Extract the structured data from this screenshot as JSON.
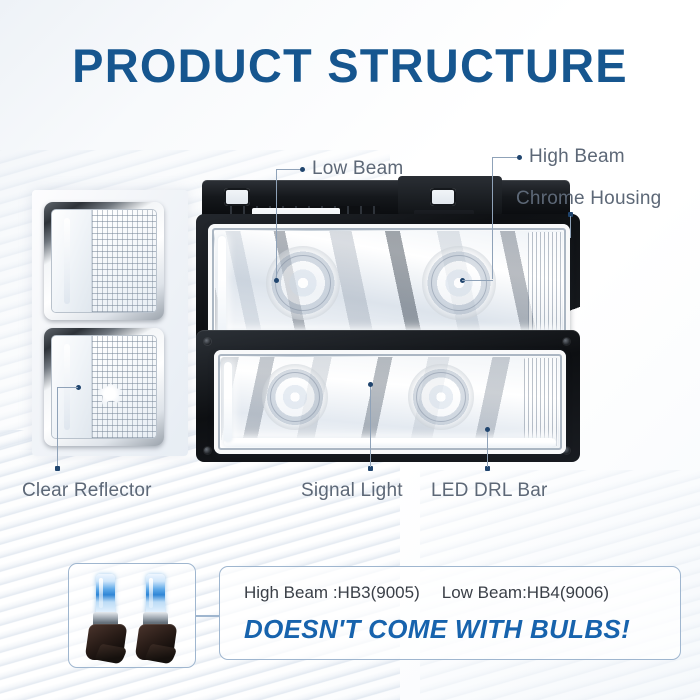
{
  "header": {
    "title": "PRODUCT STRUCTURE",
    "title_color": "#16568f"
  },
  "callouts": [
    {
      "id": "low-beam",
      "label": "Low Beam"
    },
    {
      "id": "high-beam",
      "label": "High Beam"
    },
    {
      "id": "chrome-housing",
      "label": "Chrome Housing"
    },
    {
      "id": "clear-reflector",
      "label": "Clear Reflector"
    },
    {
      "id": "signal-light",
      "label": "Signal Light"
    },
    {
      "id": "led-drl-bar",
      "label": "LED DRL Bar"
    }
  ],
  "product": {
    "corner_lamps_name": "clear reflector corner lamps",
    "assembly_name": "headlight assembly with chrome housing"
  },
  "bulb_panel": {
    "bulb_count": 2,
    "bulb_name": "halogen headlight bulb"
  },
  "info_box": {
    "high_beam_spec": "High Beam :HB3(9005)",
    "low_beam_spec": "Low Beam:HB4(9006)",
    "warning": "DOESN'T COME WITH BULBS!",
    "warning_color": "#1763ad",
    "border_color": "#9fb6cf"
  },
  "theme": {
    "label_color": "#5d6877",
    "leader_line_color": "#8fa2b8",
    "leader_dot_color": "#20456e"
  }
}
